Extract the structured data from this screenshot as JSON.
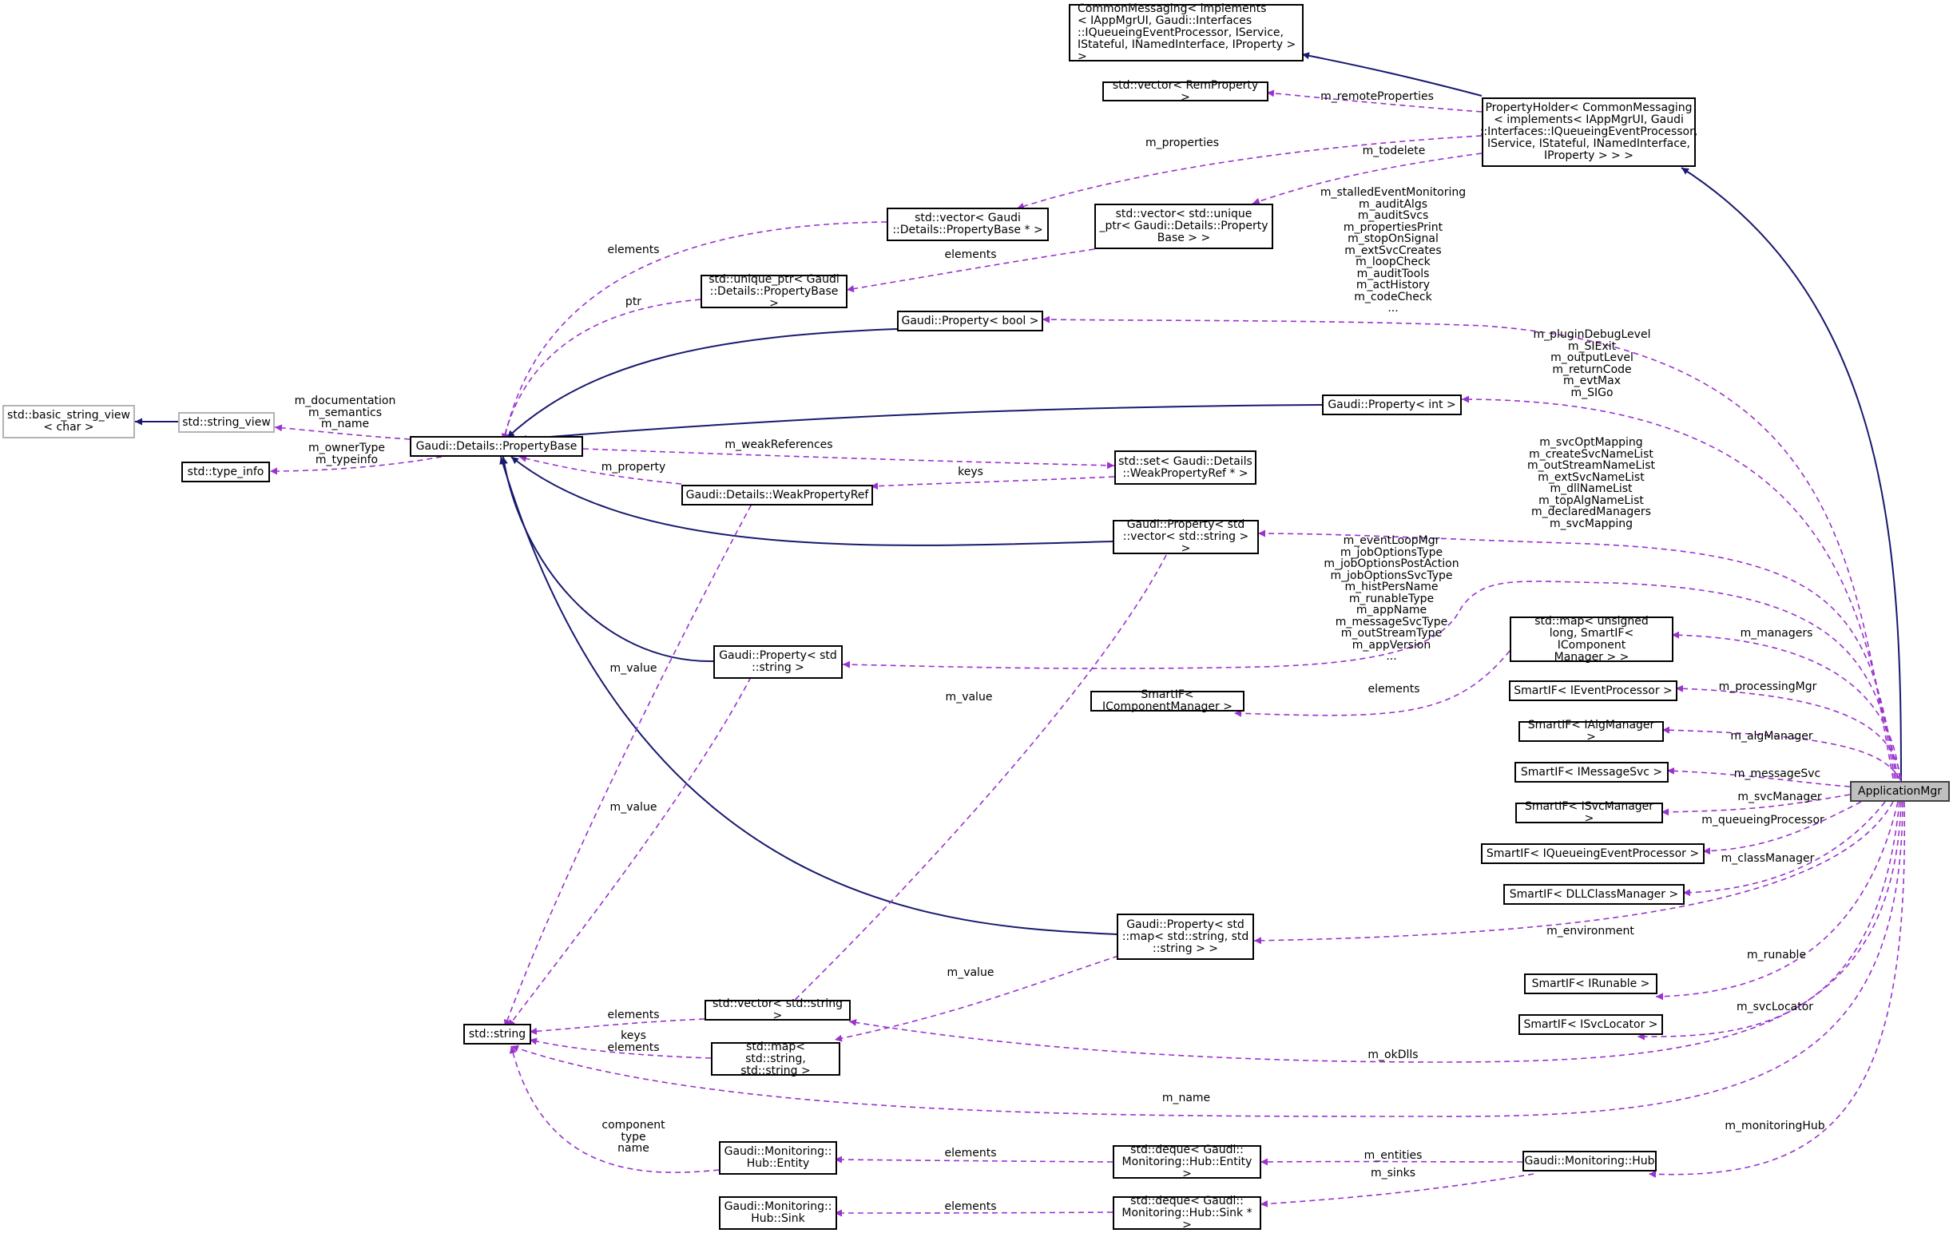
{
  "colors": {
    "inherit": "#191970",
    "use": "#9a32cd",
    "external_border": "#b3b3b3",
    "focus_fill": "#bfbfbf"
  },
  "nodes": {
    "commonMessaging": "CommonMessaging< implements\n< IAppMgrUI, Gaudi::Interfaces\n::IQueueingEventProcessor, IService,\n IStateful, INamedInterface, IProperty > >",
    "vectorRemProperty": "std::vector< RemProperty >",
    "propertyHolder": "PropertyHolder< CommonMessaging\n< implements< IAppMgrUI, Gaudi\n::Interfaces::IQueueingEventProcessor,\n IService, IStateful, INamedInterface,\n IProperty > > >",
    "vectorPropertyBasePtr": "std::vector< Gaudi\n::Details::PropertyBase * >",
    "vectorUniquePtr": "std::vector< std::unique\n_ptr< Gaudi::Details::Property\nBase > >",
    "uniquePtr": "std::unique_ptr< Gaudi\n::Details::PropertyBase >",
    "propertyBool": "Gaudi::Property< bool >",
    "propertyInt": "Gaudi::Property< int >",
    "basicStringView": "std::basic_string_view\n< char >",
    "stringView": "std::string_view",
    "propertyBase": "Gaudi::Details::PropertyBase",
    "typeInfo": "std::type_info",
    "setWeakRef": "std::set< Gaudi::Details\n::WeakPropertyRef * >",
    "weakPropertyRef": "Gaudi::Details::WeakPropertyRef",
    "propertyVectorString": "Gaudi::Property< std\n::vector< std::string > >",
    "mapUnsigned": "std::map< unsigned\n long, SmartIF< IComponent\nManager > >",
    "propertyString": "Gaudi::Property< std\n::string >",
    "smartComponentManager": "SmartIF< IComponentManager >",
    "smartEventProcessor": "SmartIF< IEventProcessor >",
    "smartAlgManager": "SmartIF< IAlgManager >",
    "smartMessageSvc": "SmartIF< IMessageSvc >",
    "applicationMgr": "ApplicationMgr",
    "smartSvcManager": "SmartIF< ISvcManager >",
    "smartQueueing": "SmartIF< IQueueingEventProcessor >",
    "smartDLLClassManager": "SmartIF< DLLClassManager >",
    "propertyMap": "Gaudi::Property< std\n::map< std::string, std\n::string > >",
    "smartRunable": "SmartIF< IRunable >",
    "smartSvcLocator": "SmartIF< ISvcLocator >",
    "vectorString": "std::vector< std::string >",
    "stdString": "std::string",
    "mapStringString": "std::map< std::string,\n std::string >",
    "hubEntity": "Gaudi::Monitoring::\nHub::Entity",
    "dequeEntity": "std::deque< Gaudi::\nMonitoring::Hub::Entity >",
    "hub": "Gaudi::Monitoring::Hub",
    "hubSink": "Gaudi::Monitoring::\nHub::Sink",
    "dequeSink": "std::deque< Gaudi::\nMonitoring::Hub::Sink * >"
  },
  "edge_labels": {
    "remoteProperties": "m_remoteProperties",
    "properties": "m_properties",
    "todelete": "m_todelete",
    "elements1": "elements",
    "elements2": "elements",
    "ptr": "ptr",
    "boolMembers": "m_stalledEventMonitoring\nm_auditAlgs\nm_auditSvcs\nm_propertiesPrint\nm_stopOnSignal\nm_extSvcCreates\nm_loopCheck\nm_auditTools\nm_actHistory\nm_codeCheck\n...",
    "intMembers": "m_pluginDebugLevel\nm_SIExit\nm_outputLevel\nm_returnCode\nm_evtMax\nm_SIGo",
    "stringViewMembers": "m_documentation\nm_semantics\nm_name",
    "typeInfoMembers": "m_ownerType\nm_typeinfo",
    "weakReferences": "m_weakReferences",
    "property": "m_property",
    "keys1": "keys",
    "vectorStringMembers": "m_svcOptMapping\nm_createSvcNameList\nm_outStreamNameList\nm_extSvcNameList\nm_dllNameList\nm_topAlgNameList\nm_declaredManagers\nm_svcMapping",
    "stringMembers": "m_eventLoopMgr\nm_jobOptionsType\nm_jobOptionsPostAction\nm_jobOptionsSvcType\nm_histPersName\nm_runableType\nm_appName\nm_messageSvcType\nm_outStreamType\nm_appVersion\n...",
    "managers": "m_managers",
    "elements3": "elements",
    "processingMgr": "m_processingMgr",
    "algManager": "m_algManager",
    "messageSvc": "m_messageSvc",
    "svcManager": "m_svcManager",
    "queueingProcessor": "m_queueingProcessor",
    "classManager": "m_classManager",
    "environment": "m_environment",
    "runable": "m_runable",
    "svcLocator": "m_svcLocator",
    "okDlls": "m_okDlls",
    "name": "m_name",
    "monitoringHub": "m_monitoringHub",
    "entities": "m_entities",
    "sinks": "m_sinks",
    "elements4": "elements",
    "elements5": "elements",
    "mvalue1": "m_value",
    "mvalue2": "m_value",
    "mvalue3": "m_value",
    "mvalue4": "m_value",
    "elements6": "elements",
    "keysElements": "keys\nelements",
    "componentTypeName": "component\ntype\nname"
  }
}
